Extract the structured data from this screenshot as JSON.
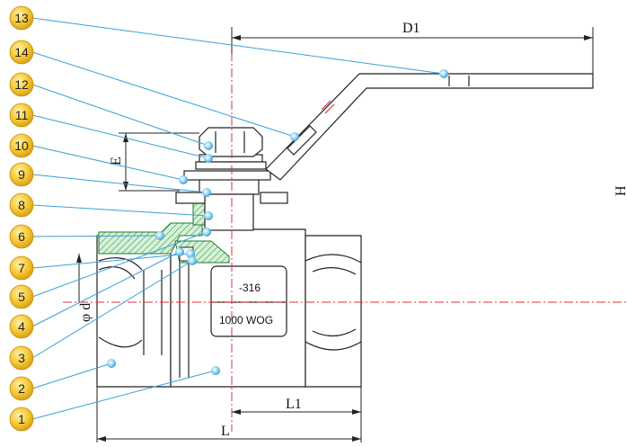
{
  "callouts": [
    "13",
    "14",
    "12",
    "11",
    "10",
    "9",
    "8",
    "6",
    "7",
    "5",
    "4",
    "3",
    "2",
    "1"
  ],
  "dimensions": {
    "d1": "D1",
    "e": "E",
    "h": "H",
    "phi_d": "φ d",
    "l1": "L1",
    "l": "L"
  },
  "body_text": {
    "material": "-316",
    "rating": "1000 WOG"
  },
  "colors": {
    "callout_fill": "#f6c833",
    "leader_line": "#3aa0d8",
    "centerline": "#e0303a",
    "hatch": "#2e9d4a"
  }
}
